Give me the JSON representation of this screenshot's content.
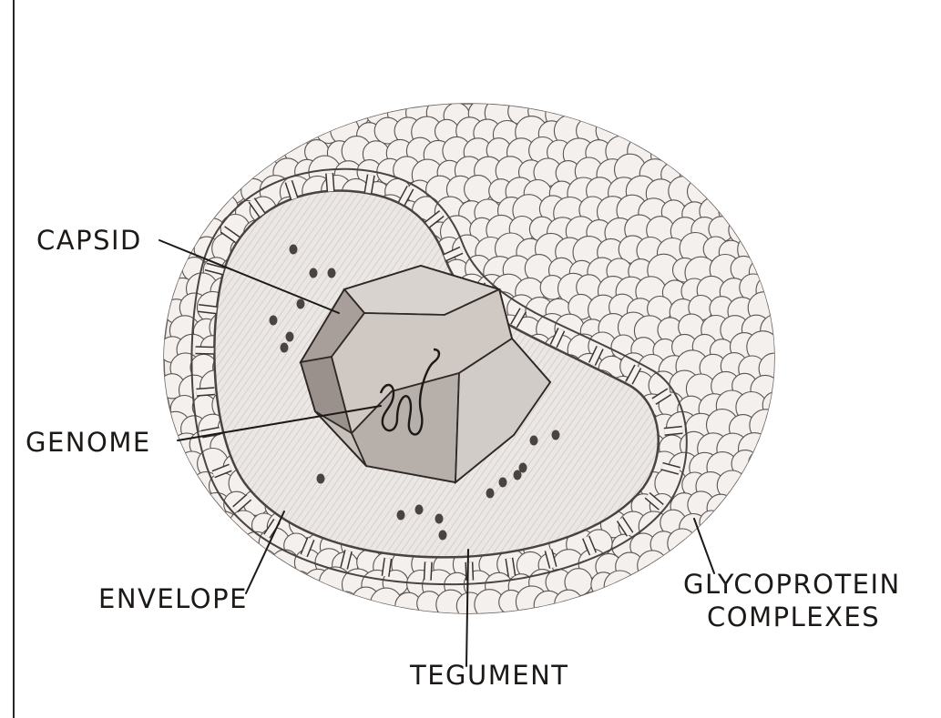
{
  "labels": {
    "capsid": "CAPSID",
    "genome": "GENOME",
    "envelope": "ENVELOPE",
    "tegument": "TEGUMENT",
    "glycoprotein_line1": "GLYCOPROTEIN",
    "glycoprotein_line2": "COMPLEXES"
  },
  "colors": {
    "paper": "#ffffff",
    "ink": "#1c1917",
    "pencil_fill": "#d8d2cd",
    "sphere_fill": "#f3f0ee",
    "sphere_stroke": "#5b5350",
    "dot_fill": "#4a4340"
  }
}
